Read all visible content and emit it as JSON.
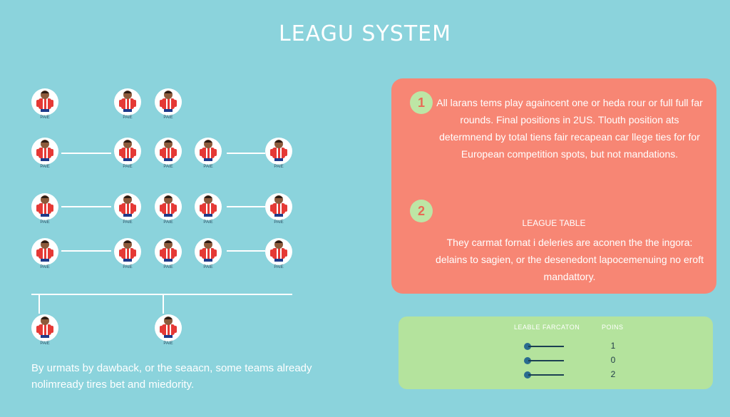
{
  "header": {
    "title": "LEAGU SYSTEM"
  },
  "player_label": "PAIE",
  "bottom_note": "By urmats by dawback, or the seaacn, some teams already nolimready tires bet and miedority.",
  "card": {
    "badge_1": "1",
    "point_1": "All larans tems play againcent one or heda rour or full full far rounds. Final positions in 2US. Tlouth position ats determnend by total tiens fair recapean car llege ties for for European competition spots, but not mandations.",
    "badge_2": "2",
    "subtitle": "LEAGUE TABLE",
    "point_2": "They carmat fornat i deleries are aconen the the ingora: delains to sagien, or the desenedont lapocemenuing no eroft mandattory."
  },
  "table": {
    "col_left": "LEABLE FARCATON",
    "col_right": "POINS",
    "rows": [
      {
        "value": "1"
      },
      {
        "value": "0"
      },
      {
        "value": "2"
      }
    ]
  },
  "colors": {
    "background": "#8bd3dc",
    "card": "#f78674",
    "table_card": "#b4e39d",
    "badge": "#bde6a5",
    "connector": "#ffffff"
  }
}
